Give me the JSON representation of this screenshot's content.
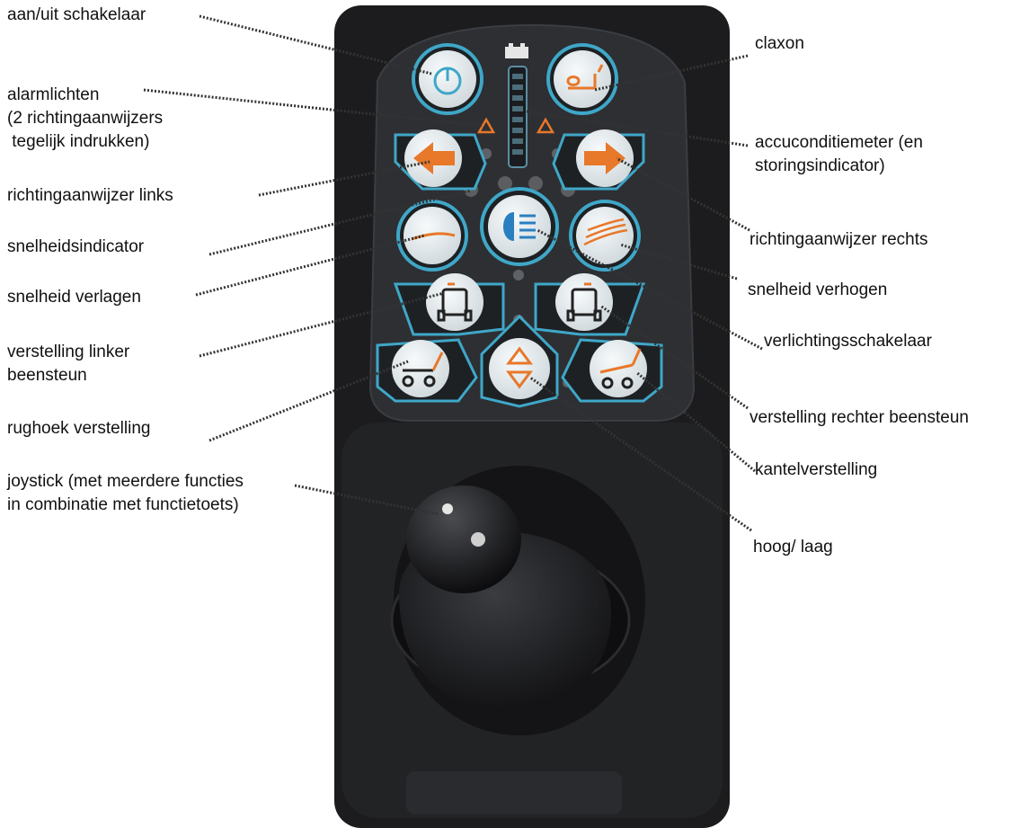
{
  "labels": {
    "power": "aan/uit schakelaar",
    "hazard": "alarmlichten\n(2 richtingaanwijzers\n tegelijk indrukken)",
    "left_turn": "richtingaanwijzer links",
    "speed_indicator": "snelheidsindicator",
    "speed_down": "snelheid verlagen",
    "left_leg": "verstelling linker\nbeensteun",
    "back_angle": "rughoek verstelling",
    "joystick": "joystick (met meerdere functies\nin combinatie met functietoets)",
    "horn": "claxon",
    "battery": "accuconditiemeter (en\nstoringsindicator)",
    "right_turn": "richtingaanwijzer rechts",
    "speed_up": "snelheid verhogen",
    "lights": "verlichtingsschakelaar",
    "right_leg": "verstelling rechter beensteun",
    "tilt": "kantelverstelling",
    "height": "hoog/ laag"
  },
  "colors": {
    "device_body": "#1c1c1e",
    "keypad_panel": "#2d2f33",
    "button_face": "#e8eef0",
    "button_ring": "#3fa7c8",
    "accent_orange": "#e8782a",
    "light_blue": "#2a7fc0",
    "led_off": "#5b5d60"
  },
  "icons": {
    "power": "power-icon",
    "horn": "horn-icon",
    "left_turn": "arrow-left-icon",
    "right_turn": "arrow-right-icon",
    "hazard": "warning-triangle-icon",
    "battery": "battery-icon",
    "speed_down": "speed-down-icon",
    "speed_up": "speed-up-icon",
    "lights": "headlight-icon",
    "left_leg": "left-legrest-icon",
    "right_leg": "right-legrest-icon",
    "back_angle": "backrest-icon",
    "height": "up-down-icon",
    "tilt": "tilt-icon"
  }
}
